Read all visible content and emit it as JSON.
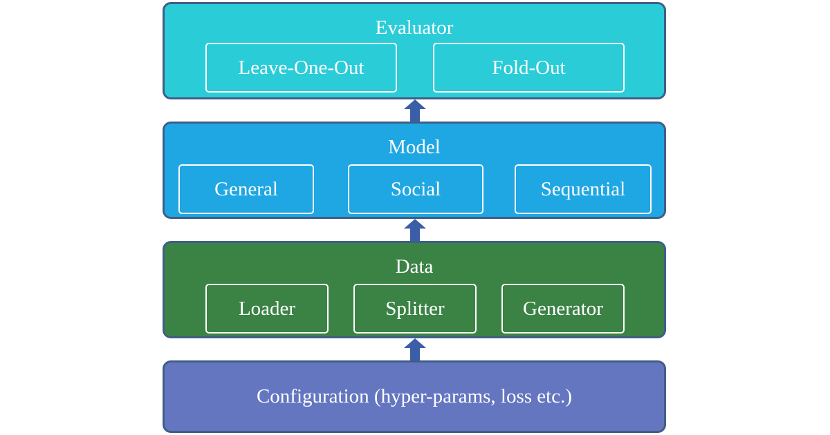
{
  "evaluator": {
    "title": "Evaluator",
    "items": [
      "Leave-One-Out",
      "Fold-Out"
    ],
    "color": "#2accd8"
  },
  "model": {
    "title": "Model",
    "items": [
      "General",
      "Social",
      "Sequential"
    ],
    "color": "#1fa7e3"
  },
  "data": {
    "title": "Data",
    "items": [
      "Loader",
      "Splitter",
      "Generator"
    ],
    "color": "#3b8245"
  },
  "configuration": {
    "label": "Configuration (hyper-params, loss etc.)",
    "color": "#6576c0"
  },
  "arrow_color": "#3b5ea8",
  "border_color": "#3f5e86"
}
